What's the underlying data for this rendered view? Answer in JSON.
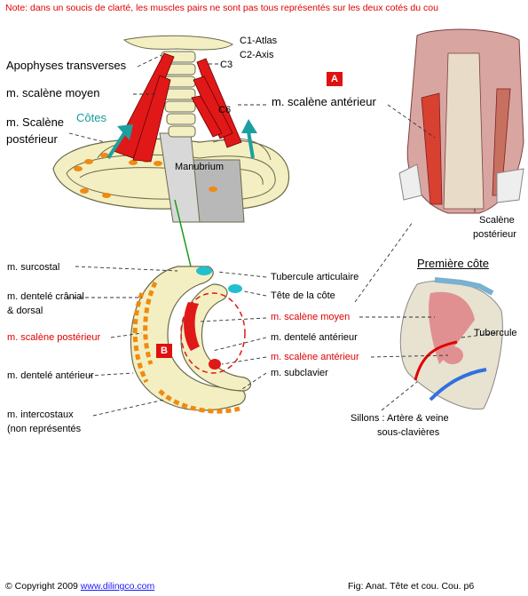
{
  "note": "Note: dans un soucis de clarté, les muscles pairs ne sont pas tous représentés sur les deux cotés du cou",
  "labels": {
    "c1": "C1-Atlas",
    "c2": "C2-Axis",
    "c3": "C3",
    "c6": "C6",
    "apophyses": "Apophyses transverses",
    "scalene_moyen_top": "m. scalène moyen",
    "scalene_post_top_1": "m. Scalène",
    "scalene_post_top_2": "postérieur",
    "cotes": "Côtes",
    "manubrium": "Manubrium",
    "scalene_ant_top": "m. scalène antérieur",
    "scalene_post_right_1": "Scalène",
    "scalene_post_right_2": "postérieur",
    "premiere_cote": "Première côte",
    "surcostal": "m. surcostal",
    "dentele_cranial_1": "m. dentelé crânial",
    "dentele_cranial_2": "& dorsal",
    "scalene_post_b": "m. scalène postérieur",
    "dentele_ant_left": "m. dentelé antérieur",
    "intercostaux_1": "m. intercostaux",
    "intercostaux_2": "(non représentés",
    "tubercule_art": "Tubercule articulaire",
    "tete_cote": "Tête de la côte",
    "scalene_moyen_b": "m. scalène moyen",
    "dentele_ant_right": "m. dentelé antérieur",
    "scalene_ant_b": "m. scalène antérieur",
    "subclavier": "m. subclavier",
    "tubercule": "Tubercule",
    "sillons_1": "Sillons : Artère & veine",
    "sillons_2": "sous-clavières"
  },
  "badges": {
    "a": "A",
    "b": "B"
  },
  "footer": {
    "copyright": "© Copyright 2009",
    "site": "www.dilingco.com",
    "fig": "Fig:  Anat. Tête et cou. Cou. p6"
  },
  "colors": {
    "muscle_red": "#e01818",
    "bone": "#f3efc2",
    "bone_stroke": "#6a6a4a",
    "orange": "#f08a10",
    "teal": "#1aa0a0",
    "green": "#1a9a1a",
    "sillon_red": "#e00000",
    "sillon_blue": "#3070e0"
  }
}
